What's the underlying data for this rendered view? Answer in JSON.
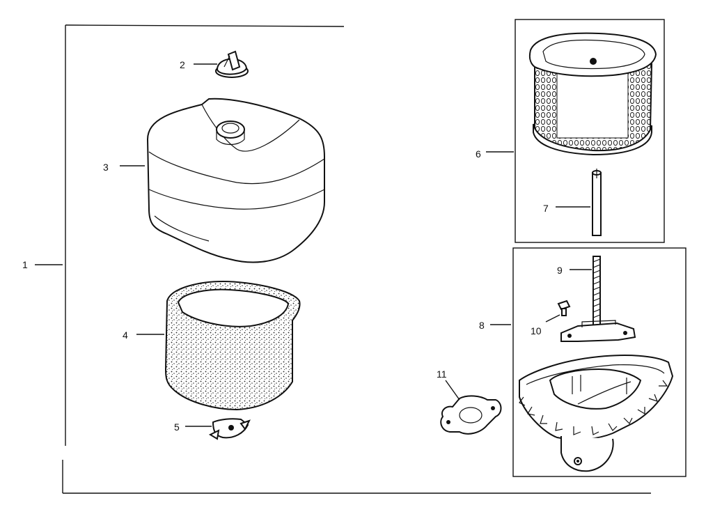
{
  "diagram": {
    "callouts": [
      {
        "id": "1",
        "label": "1"
      },
      {
        "id": "2",
        "label": "2"
      },
      {
        "id": "3",
        "label": "3"
      },
      {
        "id": "4",
        "label": "4"
      },
      {
        "id": "5",
        "label": "5"
      },
      {
        "id": "6",
        "label": "6"
      },
      {
        "id": "7",
        "label": "7"
      },
      {
        "id": "8",
        "label": "8"
      },
      {
        "id": "9",
        "label": "9"
      },
      {
        "id": "10",
        "label": "10"
      },
      {
        "id": "11",
        "label": "11"
      }
    ],
    "parts": [
      {
        "callout": "2",
        "icon": "wing-nut-icon"
      },
      {
        "callout": "3",
        "icon": "air-cleaner-cover-icon"
      },
      {
        "callout": "4",
        "icon": "foam-precleaner-icon"
      },
      {
        "callout": "5",
        "icon": "retainer-nut-icon"
      },
      {
        "callout": "6",
        "icon": "paper-filter-element-icon"
      },
      {
        "callout": "7",
        "icon": "stud-icon"
      },
      {
        "callout": "8",
        "icon": "base-plate-icon"
      },
      {
        "callout": "9",
        "icon": "long-stud-icon"
      },
      {
        "callout": "10",
        "icon": "bolt-icon"
      },
      {
        "callout": "11",
        "icon": "gasket-icon"
      }
    ]
  }
}
